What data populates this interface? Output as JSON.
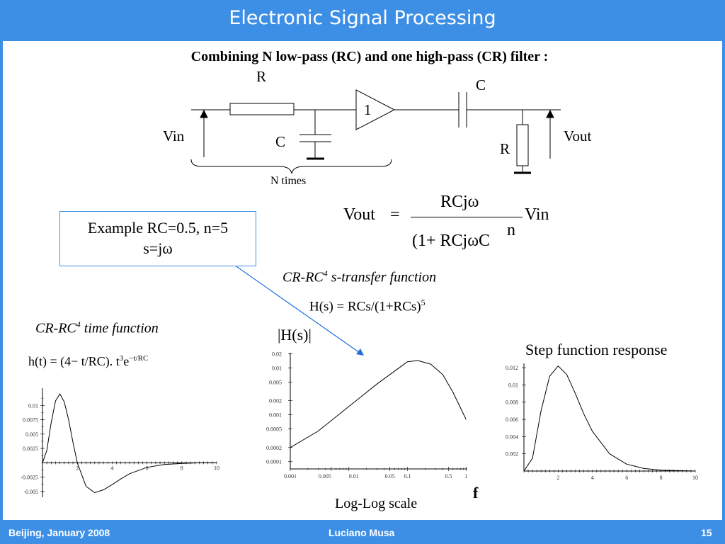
{
  "header": {
    "title": "Electronic Signal Processing"
  },
  "subtitle": "Combining N low-pass (RC) and one high-pass (CR) filter :",
  "circuit": {
    "r1": "R",
    "c1": "C",
    "amp": "1",
    "c2": "C",
    "r2": "R",
    "vin": "Vin",
    "vout": "Vout",
    "ntimes": "N times"
  },
  "equation": {
    "lhs": "Vout",
    "eq": "=",
    "numerator": "RCjω",
    "denominator": "(1+ RCjωC",
    "exponent": "n",
    "rhs": "Vin"
  },
  "example": {
    "line1": "Example RC=0.5, n=5",
    "line2": "s=jω"
  },
  "transfer": {
    "title_prefix": "CR-RC",
    "title_sup": "4",
    "title_suffix": " s-transfer function",
    "formula": "H(s) = RCs/(1+RCs)",
    "formula_sup": "5"
  },
  "time_function": {
    "title_prefix": "CR-RC",
    "title_sup": "4",
    "title_suffix": " time function",
    "formula_a": "h(t) = (4− t/RC). t",
    "formula_sup1": "3",
    "formula_b": "e",
    "formula_sup2": "−t/RC"
  },
  "hs_label": "|H(s)|",
  "step_label": "Step function response",
  "loglog_label": "Log-Log scale",
  "f_label": "f",
  "footer": {
    "left": "Beijing, January  2008",
    "center": "Luciano Musa",
    "right": "15"
  },
  "chart_data": [
    {
      "type": "line",
      "name": "time-function",
      "x": [
        0,
        0.25,
        0.5,
        0.75,
        1,
        1.25,
        1.5,
        1.75,
        2,
        2.5,
        3,
        3.5,
        4,
        4.5,
        5,
        6,
        7,
        8,
        9,
        10
      ],
      "y": [
        0,
        0.0022,
        0.007,
        0.0108,
        0.012,
        0.0106,
        0.0075,
        0.0036,
        0,
        -0.0041,
        -0.0052,
        -0.0047,
        -0.0038,
        -0.0028,
        -0.0019,
        -0.0008,
        -0.0003,
        -0.0001,
        0,
        0
      ],
      "xlim": [
        0,
        10
      ],
      "ylim": [
        -0.006,
        0.0125
      ],
      "x_ticks": [
        "2",
        "4",
        "6",
        "8",
        "10"
      ],
      "y_ticks": [
        "0.01",
        "0.0075",
        "0.005",
        "0.0025",
        "-0.0025",
        "-0.005"
      ]
    },
    {
      "type": "line",
      "name": "transfer-magnitude",
      "x": [
        0.001,
        0.003,
        0.01,
        0.03,
        0.1,
        0.15,
        0.25,
        0.4,
        0.6,
        1
      ],
      "y": [
        0.0002,
        0.00045,
        0.0015,
        0.0045,
        0.0135,
        0.0143,
        0.012,
        0.0072,
        0.003,
        0.0008
      ],
      "scale": "log-log",
      "x_ticks": [
        "0.001",
        "0.005",
        "0.01",
        "0.05",
        "0.1",
        "0.5",
        "1"
      ],
      "y_ticks": [
        "0.02",
        "0.01",
        "0.005",
        "0.002",
        "0.001",
        "0.0005",
        "0.0002",
        "0.0001"
      ]
    },
    {
      "type": "line",
      "name": "step-response",
      "x": [
        0,
        0.5,
        1,
        1.5,
        2,
        2.5,
        3,
        3.5,
        4,
        5,
        6,
        7,
        8,
        10
      ],
      "y": [
        0,
        0.0015,
        0.007,
        0.011,
        0.0122,
        0.0112,
        0.009,
        0.0066,
        0.0046,
        0.002,
        0.0008,
        0.0003,
        0.0001,
        0
      ],
      "xlim": [
        0,
        10
      ],
      "ylim": [
        0,
        0.0125
      ],
      "x_ticks": [
        "2",
        "4",
        "6",
        "8",
        "10"
      ],
      "y_ticks": [
        "0.012",
        "0.01",
        "0.008",
        "0.006",
        "0.004",
        "0.002"
      ]
    }
  ]
}
